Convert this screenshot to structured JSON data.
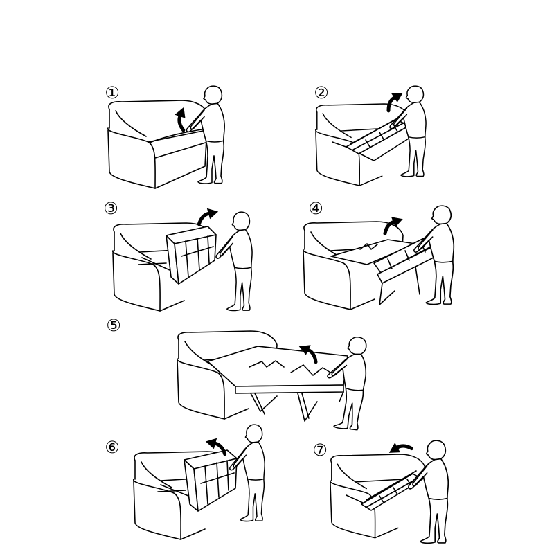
{
  "steps": [
    {
      "number": "①"
    },
    {
      "number": "②"
    },
    {
      "number": "③"
    },
    {
      "number": "④"
    },
    {
      "number": "⑤"
    },
    {
      "number": "⑥"
    },
    {
      "number": "⑦"
    }
  ],
  "colors": {
    "line": "#000000",
    "background": "#ffffff"
  }
}
